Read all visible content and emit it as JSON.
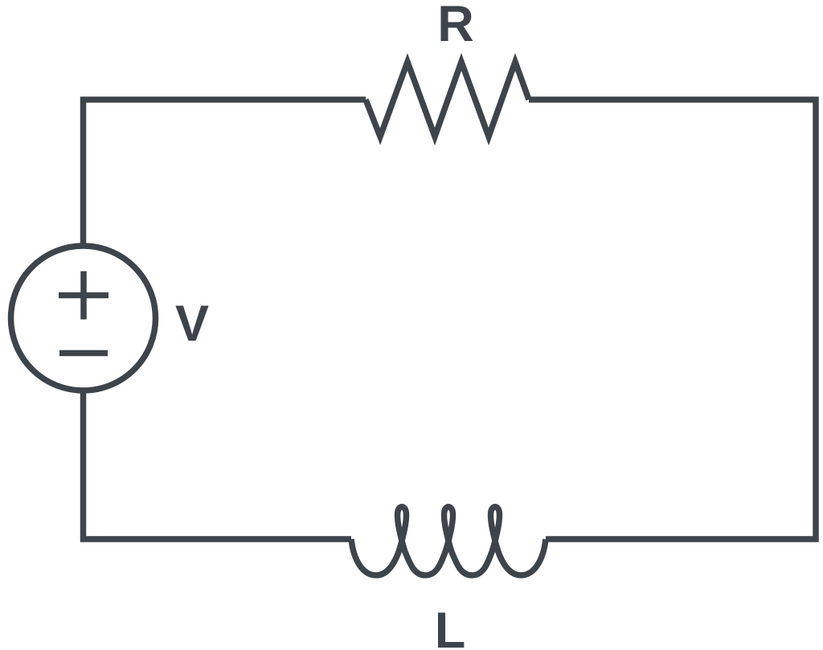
{
  "circuit": {
    "type": "series-RL-circuit-schematic",
    "colors": {
      "ink": "#3d444b",
      "background": "#ffffff"
    },
    "labels": {
      "source": "V",
      "resistor": "R",
      "inductor": "L"
    },
    "components": [
      {
        "name": "voltage-source",
        "symbol": "circle-with-plus-minus-icon",
        "label": "V",
        "position": "left"
      },
      {
        "name": "resistor",
        "symbol": "zigzag-icon",
        "label": "R",
        "position": "top"
      },
      {
        "name": "inductor",
        "symbol": "coil-3-loops-icon",
        "label": "L",
        "position": "bottom"
      }
    ],
    "polarity": {
      "plus": "+",
      "minus": "−"
    }
  }
}
